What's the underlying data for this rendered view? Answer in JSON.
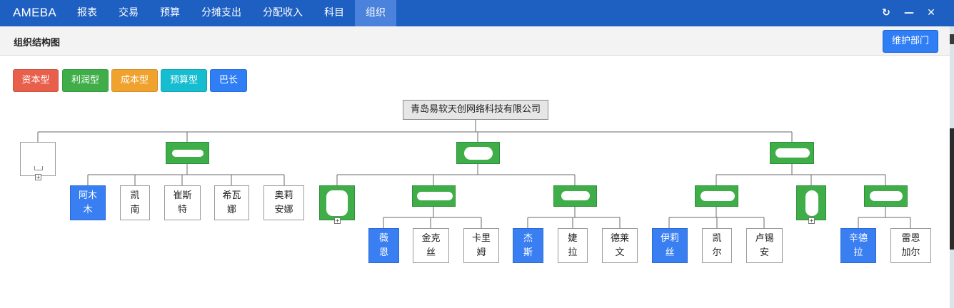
{
  "navbar": {
    "brand": "AMEBA",
    "items": [
      {
        "label": "报表",
        "active": false
      },
      {
        "label": "交易",
        "active": false
      },
      {
        "label": "预算",
        "active": false
      },
      {
        "label": "分摊支出",
        "active": false
      },
      {
        "label": "分配收入",
        "active": false
      },
      {
        "label": "科目",
        "active": false
      },
      {
        "label": "组织",
        "active": true
      }
    ],
    "window_controls": [
      {
        "icon": "refresh-icon",
        "glyph": "↻"
      },
      {
        "icon": "minimize-icon",
        "glyph": "—"
      },
      {
        "icon": "close-icon",
        "glyph": "✕"
      }
    ]
  },
  "subheader": {
    "title": "组织结构图",
    "maintain_button": "维护部门"
  },
  "legend": [
    {
      "label": "资本型",
      "color": "#e8604c"
    },
    {
      "label": "利润型",
      "color": "#3fae49"
    },
    {
      "label": "成本型",
      "color": "#f0a22e"
    },
    {
      "label": "预算型",
      "color": "#16bccf"
    },
    {
      "label": "巴长",
      "color": "#2f7ef5"
    }
  ],
  "org": {
    "root": "青岛易软天创网络科技有限公司",
    "people": {
      "amu": "阿木\n木",
      "kainan": "凯\n南",
      "cuisite": "崔斯\n特",
      "xiwana": "希瓦\n娜",
      "aoliana": "奥莉\n安娜",
      "weien": "薇\n恩",
      "jinkesi": "金克\n丝",
      "kalimu": "卡里\n姆",
      "jiesi": "杰\n斯",
      "jiela": "婕\n拉",
      "delaiwen": "德莱\n文",
      "yilisi": "伊莉\n丝",
      "kaier": "凯\n尔",
      "luxian": "卢锡\n安",
      "xindela": "辛德\n拉",
      "leienjiaer": "雷恩\n加尔"
    }
  }
}
